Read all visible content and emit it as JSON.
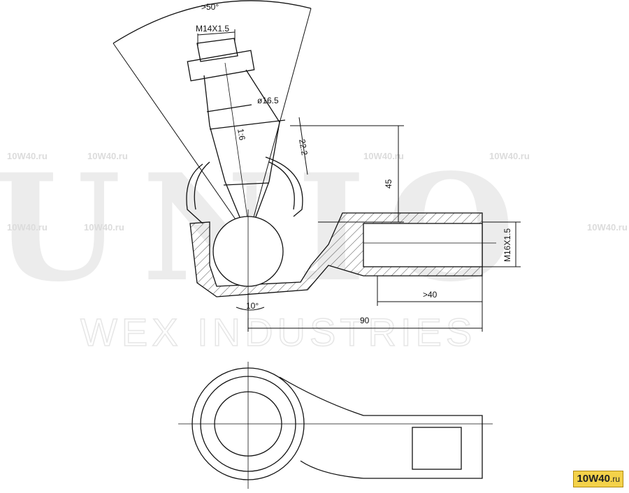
{
  "drawing": {
    "dimensions": {
      "angle_top": ">50°",
      "thread_top": "M14X1.5",
      "diameter": "ø16.5",
      "taper": "1:6",
      "height_22": "22.2",
      "height_45": "45",
      "thread_side": "M16X1.5",
      "length_40": ">40",
      "angle_bottom": "10°",
      "length_90": "90"
    }
  },
  "watermark": {
    "big_text": "UNIO",
    "sub_text": "WEX INDUSTRIES",
    "small_text": "10W40.ru"
  },
  "brand": {
    "prefix": "10W40",
    "suffix": ".ru"
  },
  "colors": {
    "ink": "#111111",
    "watermark": "#ececec",
    "badge": "#f4d24a"
  }
}
